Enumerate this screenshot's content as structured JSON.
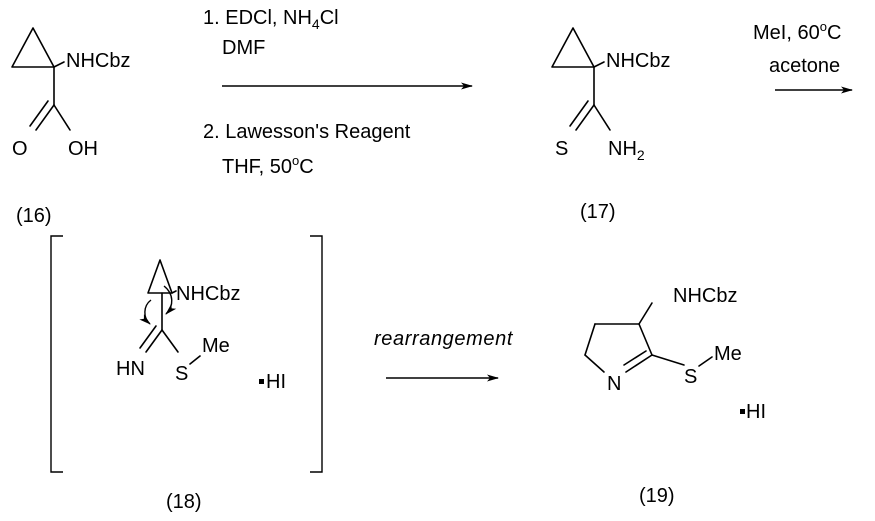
{
  "scheme": {
    "compounds": {
      "c16": {
        "label": "(16)",
        "substituent": "NHCbz",
        "carbonyl_o": "O",
        "hydroxyl": "OH"
      },
      "c17": {
        "label": "(17)",
        "substituent": "NHCbz",
        "thio_s": "S",
        "amine_nh": "NH",
        "amine_sub": "2"
      },
      "c18": {
        "label": "(18)",
        "substituent": "NHCbz",
        "imine_hn": "HN",
        "thio_s": "S",
        "methyl": "Me",
        "salt": "HI"
      },
      "c19": {
        "label": "(19)",
        "substituent": "NHCbz",
        "ring_n": "N",
        "thio_s": "S",
        "methyl": "Me",
        "salt": "HI"
      }
    },
    "step1": {
      "line1_pre": "1. EDCl, NH",
      "line1_sub": "4",
      "line1_post": "Cl",
      "line2": "DMF",
      "line3": "2. Lawesson's Reagent",
      "line4_pre": "THF, 50",
      "line4_sup": "o",
      "line4_post": "C"
    },
    "step2": {
      "line1_pre": "MeI, 60",
      "line1_sup": "o",
      "line1_post": "C",
      "line2": "acetone"
    },
    "step3": {
      "label": "rearrangement"
    }
  }
}
